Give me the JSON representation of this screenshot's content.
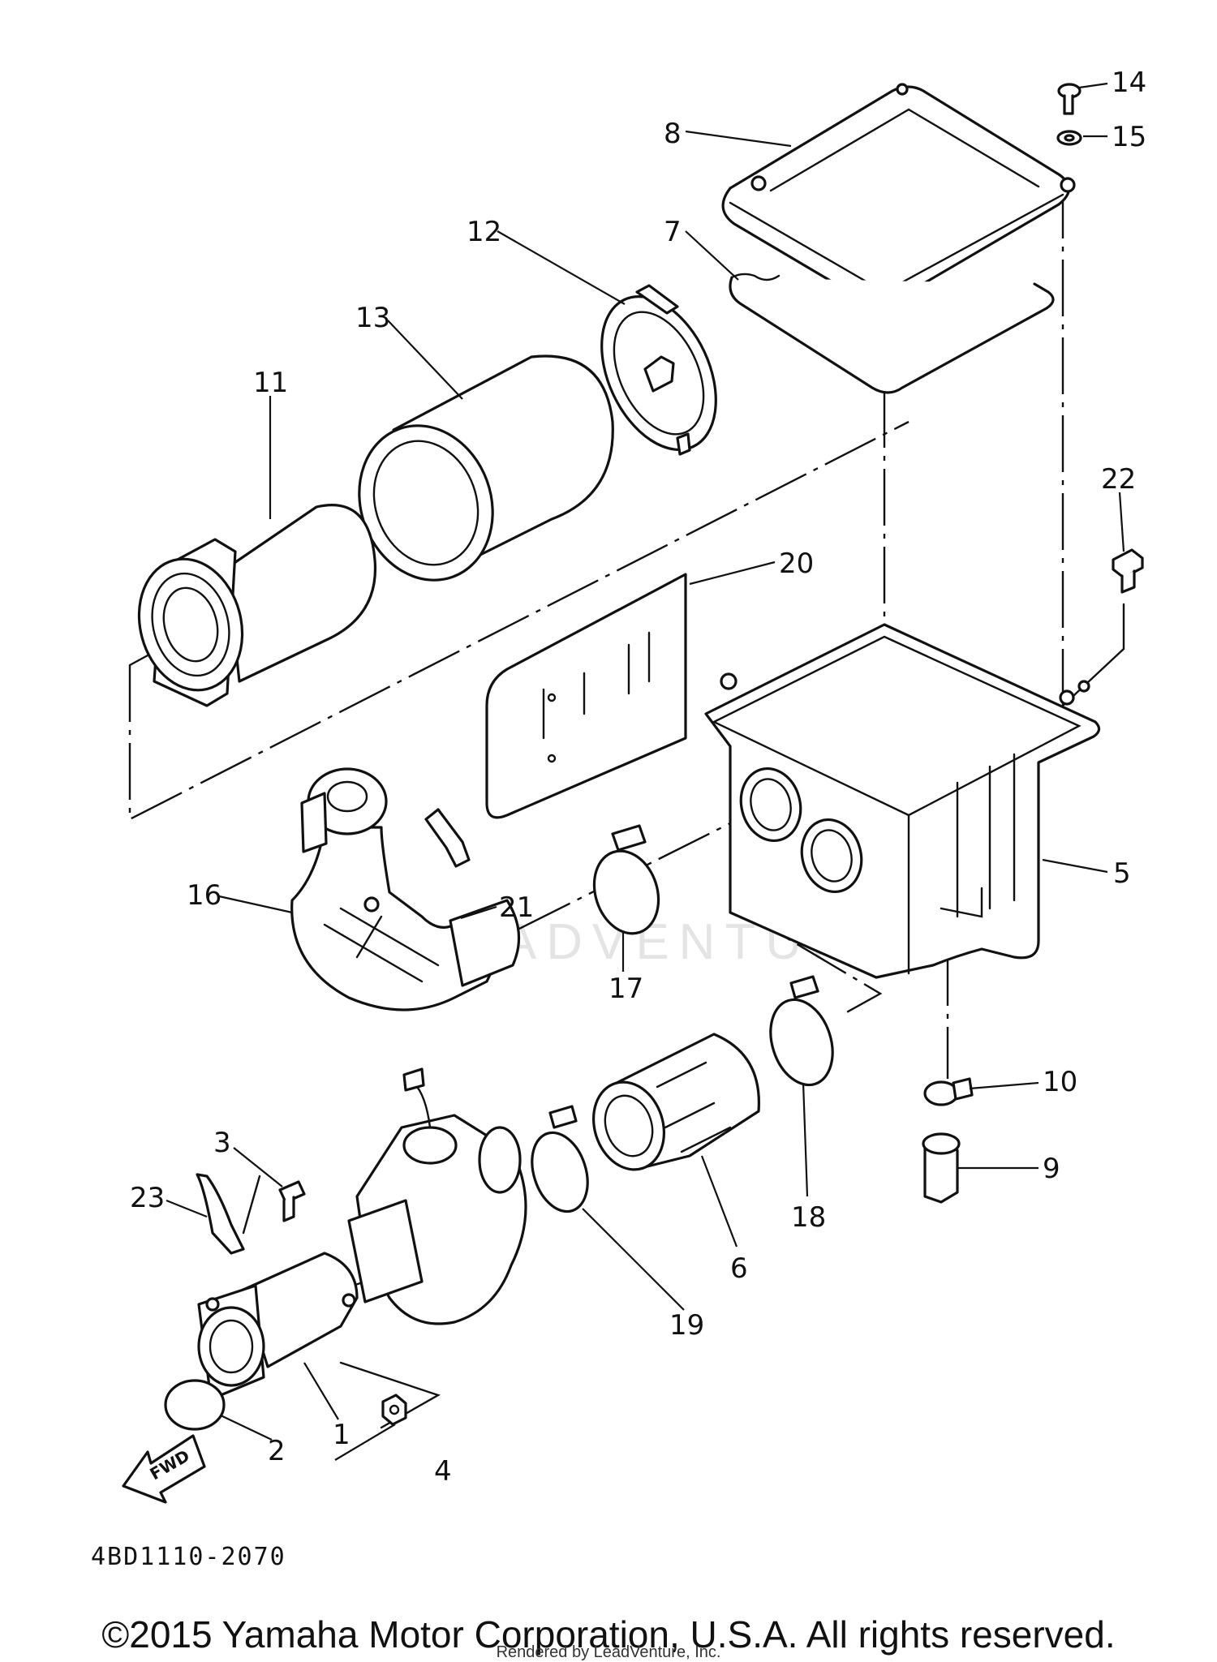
{
  "diagram": {
    "callouts": [
      "1",
      "2",
      "3",
      "4",
      "5",
      "6",
      "7",
      "8",
      "9",
      "10",
      "11",
      "12",
      "13",
      "14",
      "15",
      "16",
      "17",
      "18",
      "19",
      "20",
      "21",
      "22",
      "23"
    ],
    "fwd_label": "FWD",
    "drawing_code": "4BD1110-2070",
    "watermark": "LEADVENTURE"
  },
  "footer": {
    "copyright": "©2015 Yamaha Motor Corporation, U.S.A. All rights reserved.",
    "rendered_by": "Rendered by LeadVenture, Inc."
  }
}
